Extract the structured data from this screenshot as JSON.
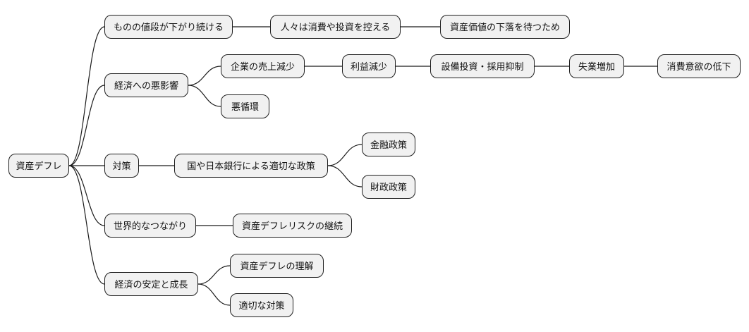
{
  "diagram": {
    "type": "mindmap",
    "orientation": "left-to-right",
    "colors": {
      "background": "#ffffff",
      "node_fill": "#f1f1f1",
      "node_border": "#1f1f1f",
      "link_stroke": "#1a1a1a",
      "text": "#111111"
    }
  },
  "mindmap": {
    "label": "資産デフレ",
    "children": [
      {
        "label": "ものの値段が下がり続ける",
        "children": [
          {
            "label": "人々は消費や投資を控える",
            "children": [
              {
                "label": "資産価値の下落を待つため",
                "children": []
              }
            ]
          }
        ]
      },
      {
        "label": "経済への悪影響",
        "children": [
          {
            "label": "企業の売上減少",
            "children": [
              {
                "label": "利益減少",
                "children": [
                  {
                    "label": "設備投資・採用抑制",
                    "children": [
                      {
                        "label": "失業増加",
                        "children": [
                          {
                            "label": "消費意欲の低下",
                            "children": []
                          }
                        ]
                      }
                    ]
                  }
                ]
              }
            ]
          },
          {
            "label": "悪循環",
            "children": []
          }
        ]
      },
      {
        "label": "対策",
        "children": [
          {
            "label": "国や日本銀行による適切な政策",
            "children": [
              {
                "label": "金融政策",
                "children": []
              },
              {
                "label": "財政政策",
                "children": []
              }
            ]
          }
        ]
      },
      {
        "label": "世界的なつながり",
        "children": [
          {
            "label": "資産デフレリスクの継続",
            "children": []
          }
        ]
      },
      {
        "label": "経済の安定と成長",
        "children": [
          {
            "label": "資産デフレの理解",
            "children": []
          },
          {
            "label": "適切な対策",
            "children": []
          }
        ]
      }
    ]
  }
}
